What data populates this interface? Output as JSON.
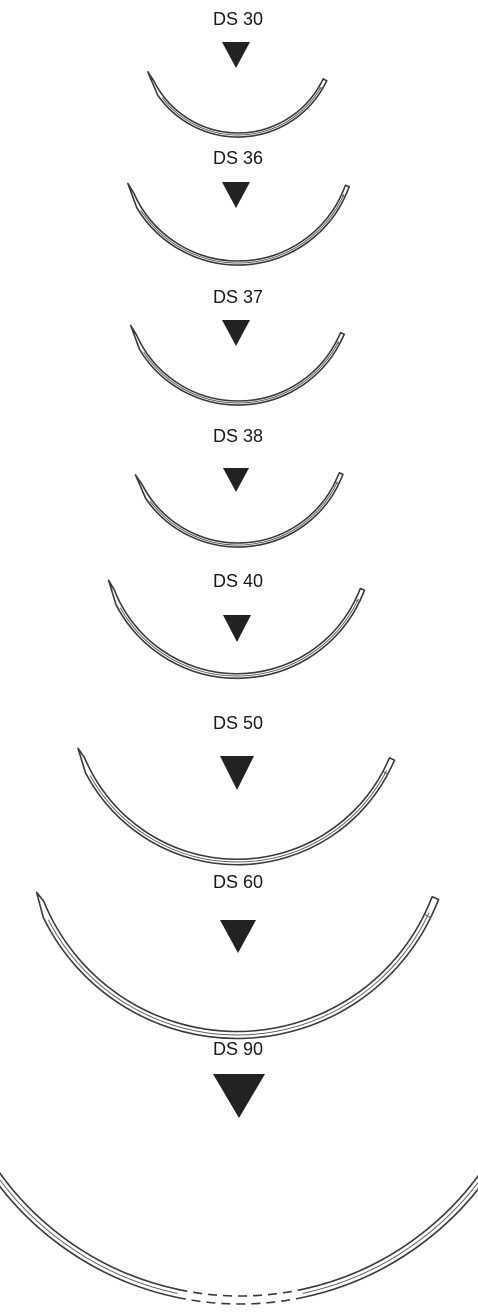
{
  "needles": [
    {
      "label": "DS 30"
    },
    {
      "label": "DS 36"
    },
    {
      "label": "DS 37"
    },
    {
      "label": "DS 38"
    },
    {
      "label": "DS 40"
    },
    {
      "label": "DS 50"
    },
    {
      "label": "DS 60"
    },
    {
      "label": "DS 90"
    }
  ],
  "colors": {
    "text": "#1a1a1a",
    "arrow": "#222222",
    "outline": "#3a3a3a",
    "background": "#ffffff"
  }
}
